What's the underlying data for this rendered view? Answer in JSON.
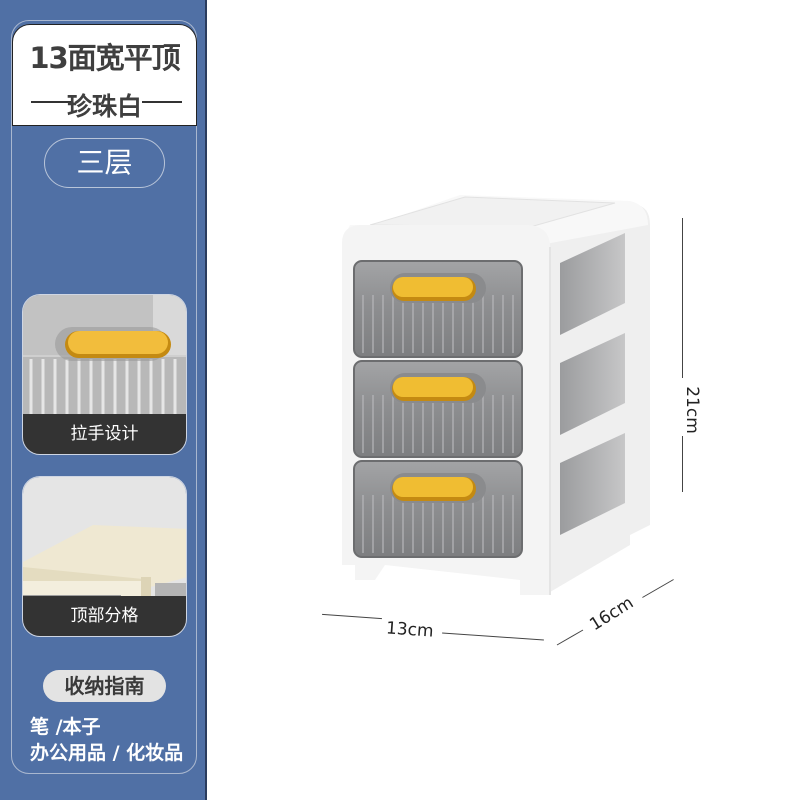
{
  "sidebar": {
    "title": "13面宽平顶",
    "subtitle": "珍珠白",
    "layer_option": "三层",
    "features": [
      {
        "caption": "拉手设计",
        "icon": "drawer-handle-closeup"
      },
      {
        "caption": "顶部分格",
        "icon": "top-tray-closeup"
      }
    ],
    "guide": {
      "label": "收纳指南",
      "lines": [
        "笔 /本子",
        "办公用品 / 化妆品"
      ]
    }
  },
  "product": {
    "name": "three-drawer-storage-cabinet",
    "drawer_count": 3,
    "colors": {
      "body": "#f4f4f4",
      "drawer": "#8c8d8f",
      "handle": "#e8b52a"
    },
    "dimensions": {
      "height": "21cm",
      "width": "13cm",
      "depth": "16cm"
    }
  },
  "colors": {
    "panel_bg": "#5070a5",
    "caption_bg": "#333333",
    "title_text": "#3f3f3f"
  }
}
